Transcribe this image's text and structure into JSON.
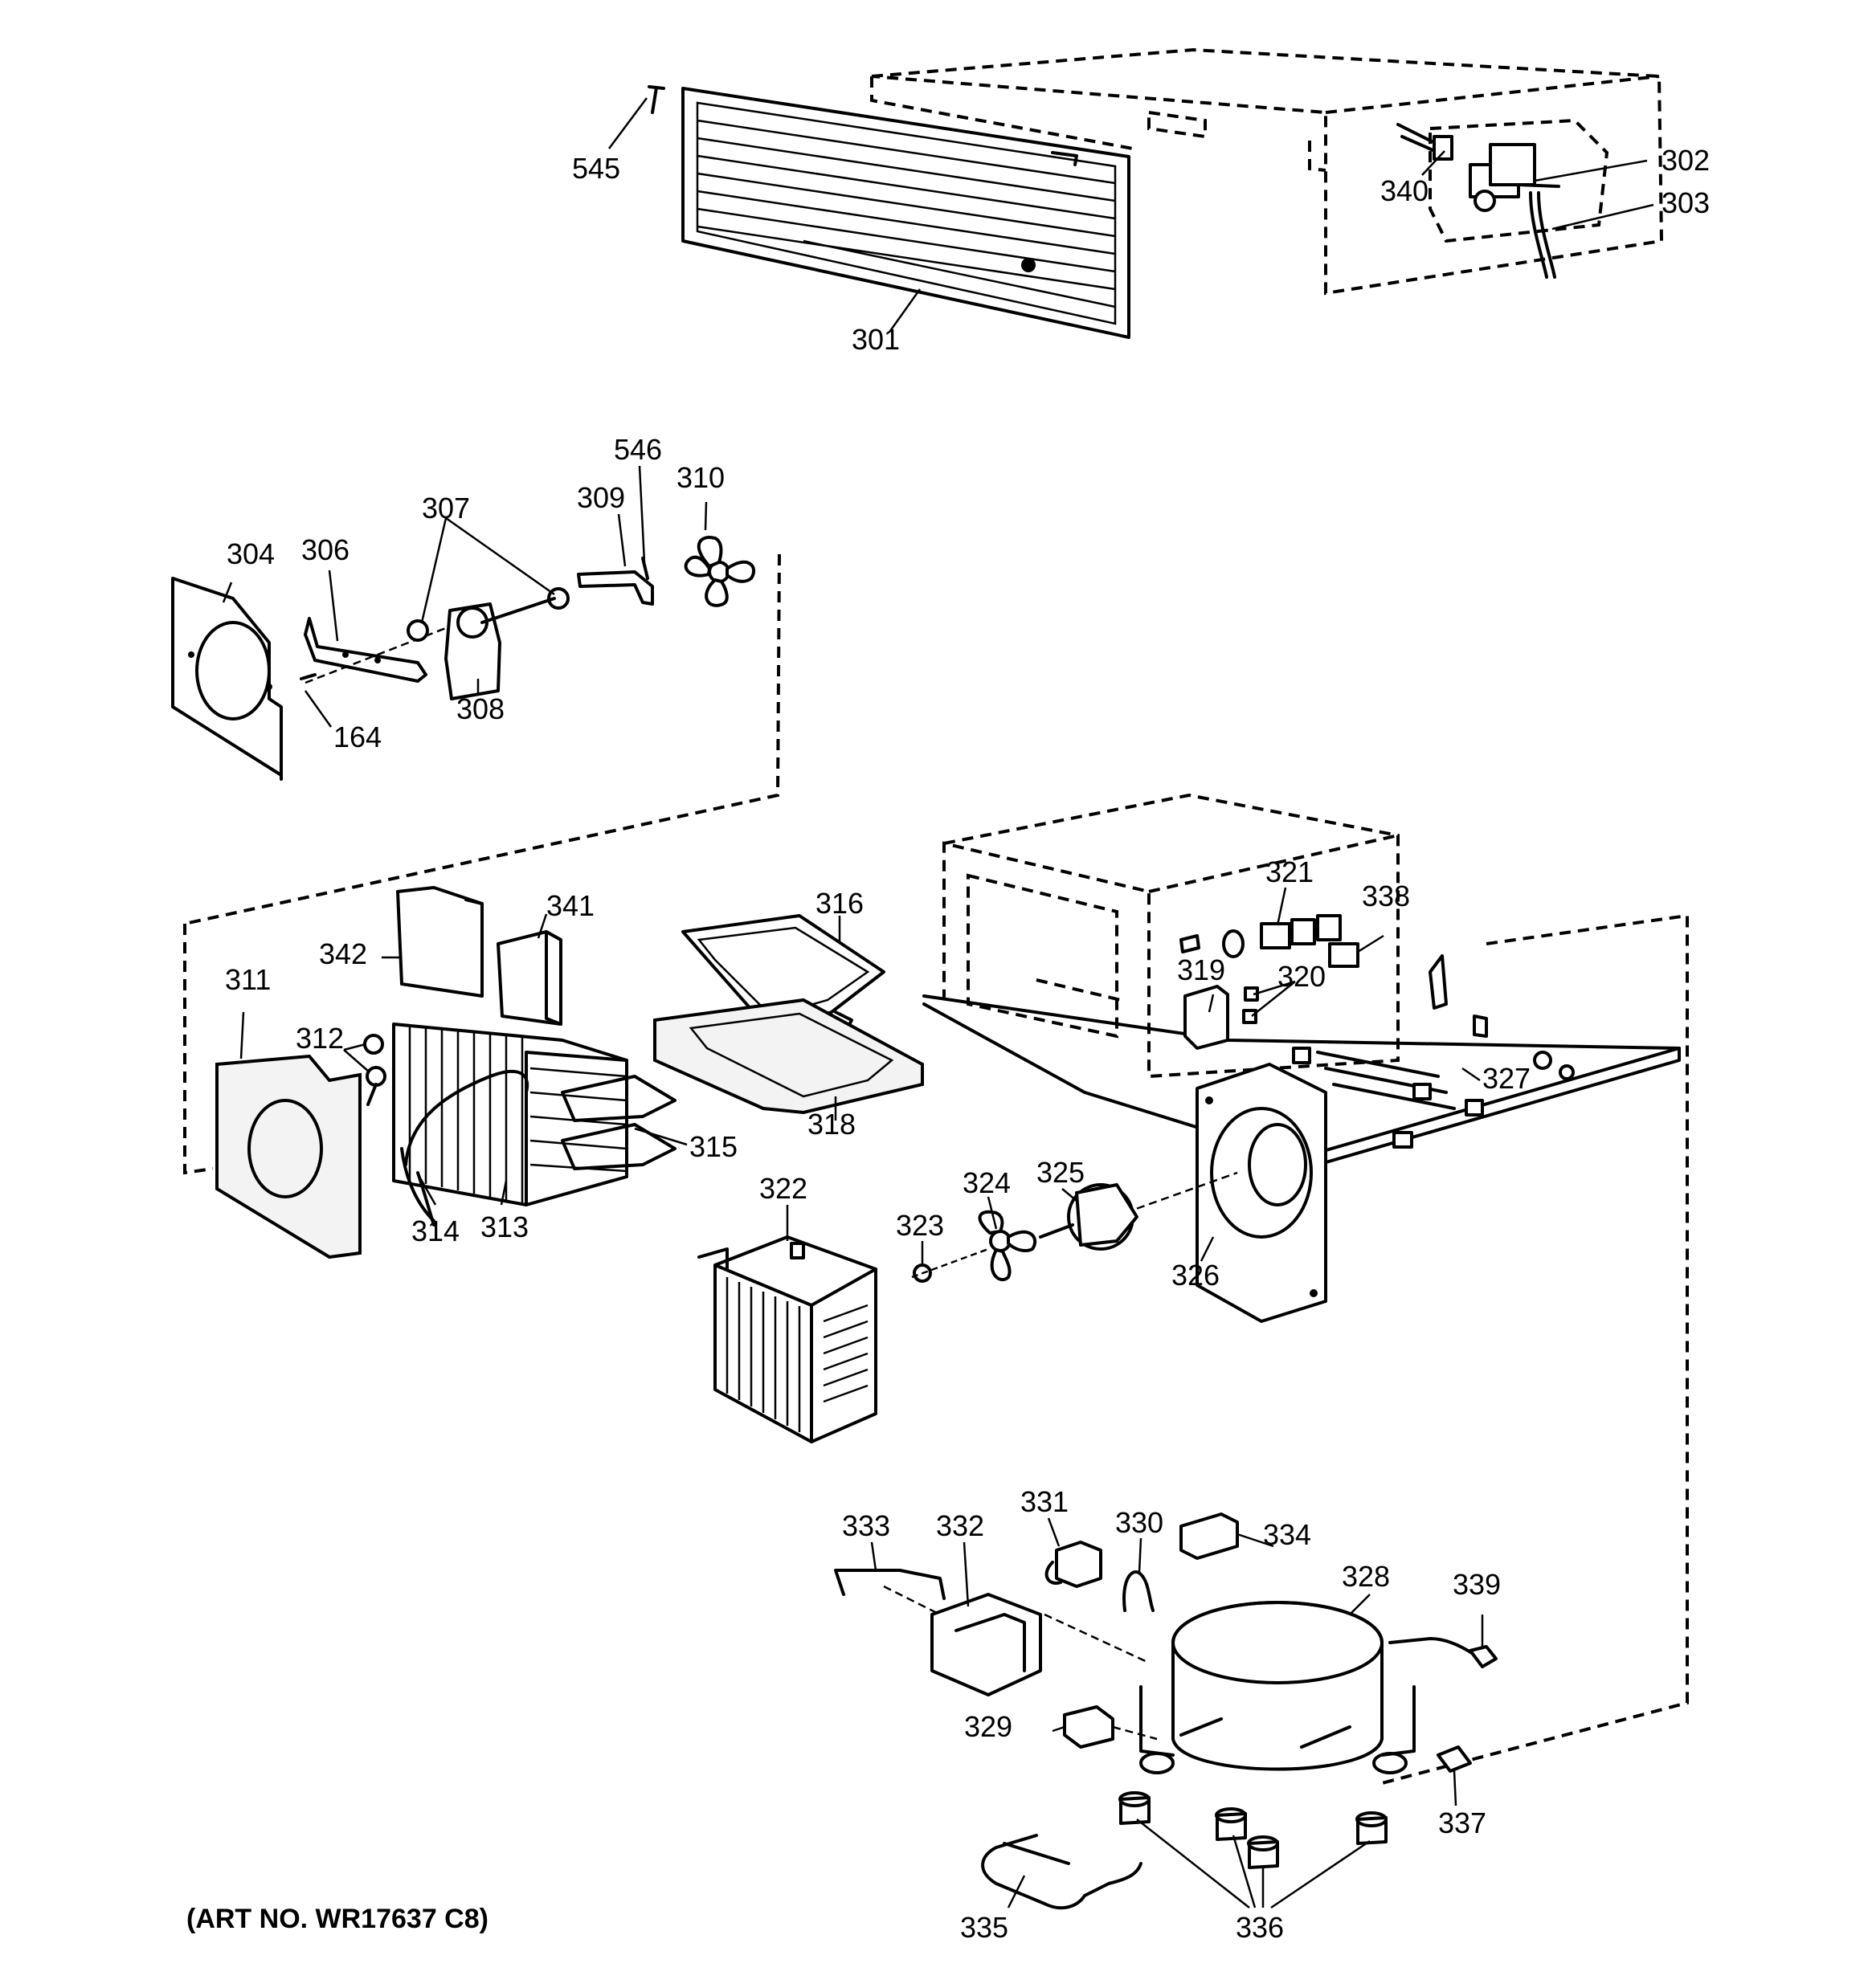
{
  "art_number": "(ART NO. WR17637 C8)",
  "part_labels": {
    "p545": "545",
    "p301": "301",
    "p340": "340",
    "p302": "302",
    "p303": "303",
    "p546": "546",
    "p310": "310",
    "p309": "309",
    "p307": "307",
    "p304": "304",
    "p306": "306",
    "p308": "308",
    "p164": "164",
    "p342": "342",
    "p341": "341",
    "p316": "316",
    "p311": "311",
    "p312": "312",
    "p315": "315",
    "p313": "313",
    "p314": "314",
    "p318": "318",
    "p321": "321",
    "p338": "338",
    "p319": "319",
    "p320": "320",
    "p327": "327",
    "p322": "322",
    "p323": "323",
    "p324": "324",
    "p325": "325",
    "p326": "326",
    "p331": "331",
    "p330": "330",
    "p334": "334",
    "p333": "333",
    "p332": "332",
    "p328": "328",
    "p339": "339",
    "p329": "329",
    "p337": "337",
    "p335": "335",
    "p336": "336"
  }
}
